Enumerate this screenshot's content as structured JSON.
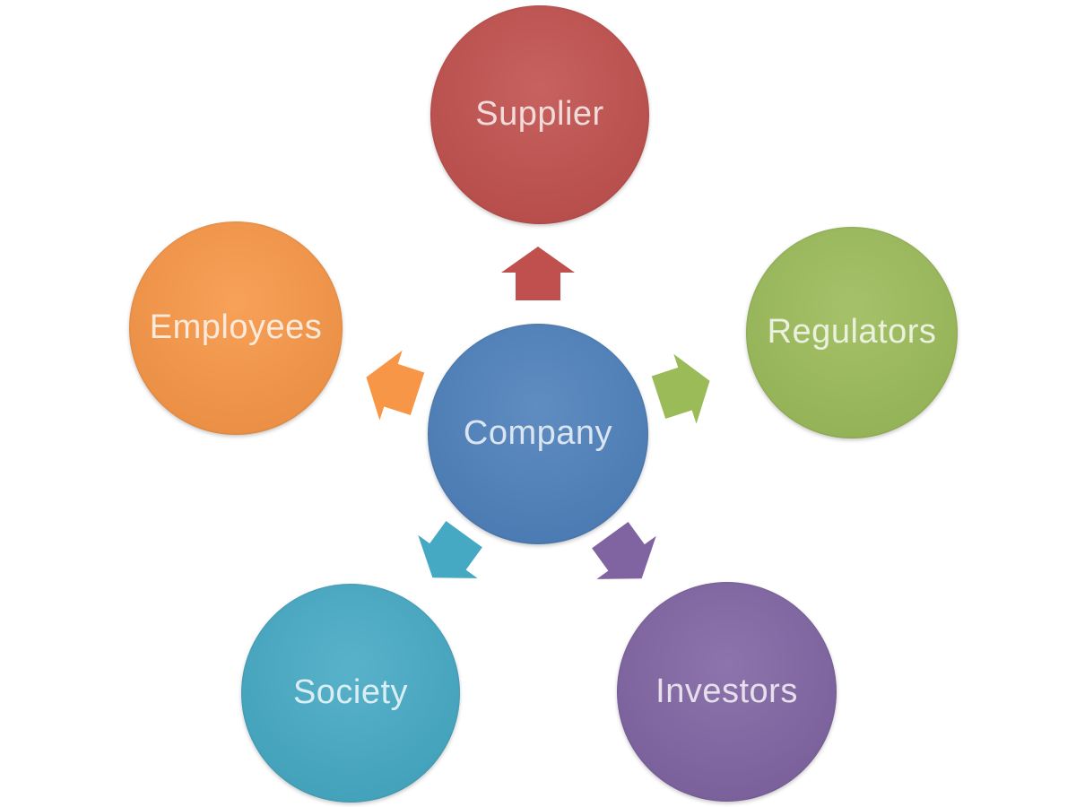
{
  "diagram": {
    "type": "radial-stakeholder-diagram",
    "background_color": "#ffffff",
    "center_node": {
      "label": "Company",
      "color": "#4d80bb",
      "text_color": "#dbe5f1"
    },
    "nodes": [
      {
        "label": "Supplier",
        "color": "#c0504d",
        "text_color": "#f2dbdb",
        "position": "top",
        "angle_deg": 0
      },
      {
        "label": "Regulators",
        "color": "#9bbb59",
        "text_color": "#ebf1de",
        "position": "right",
        "angle_deg": 72
      },
      {
        "label": "Investors",
        "color": "#8064a2",
        "text_color": "#e6e0ec",
        "position": "bottom-right",
        "angle_deg": 144
      },
      {
        "label": "Society",
        "color": "#45a9c4",
        "text_color": "#daeef3",
        "position": "bottom-left",
        "angle_deg": 216
      },
      {
        "label": "Employees",
        "color": "#f79646",
        "text_color": "#fdeada",
        "position": "left",
        "angle_deg": 288
      }
    ],
    "arrows": [
      {
        "to": "Supplier",
        "direction": "up",
        "color": "#c0504d",
        "angle_deg": 0
      },
      {
        "to": "Regulators",
        "direction": "up-right",
        "color": "#9bbb59",
        "angle_deg": 72
      },
      {
        "to": "Investors",
        "direction": "down-right",
        "color": "#8064a2",
        "angle_deg": 144
      },
      {
        "to": "Society",
        "direction": "down-left",
        "color": "#45a9c4",
        "angle_deg": 216
      },
      {
        "to": "Employees",
        "direction": "up-left",
        "color": "#f79646",
        "angle_deg": 288
      }
    ]
  }
}
